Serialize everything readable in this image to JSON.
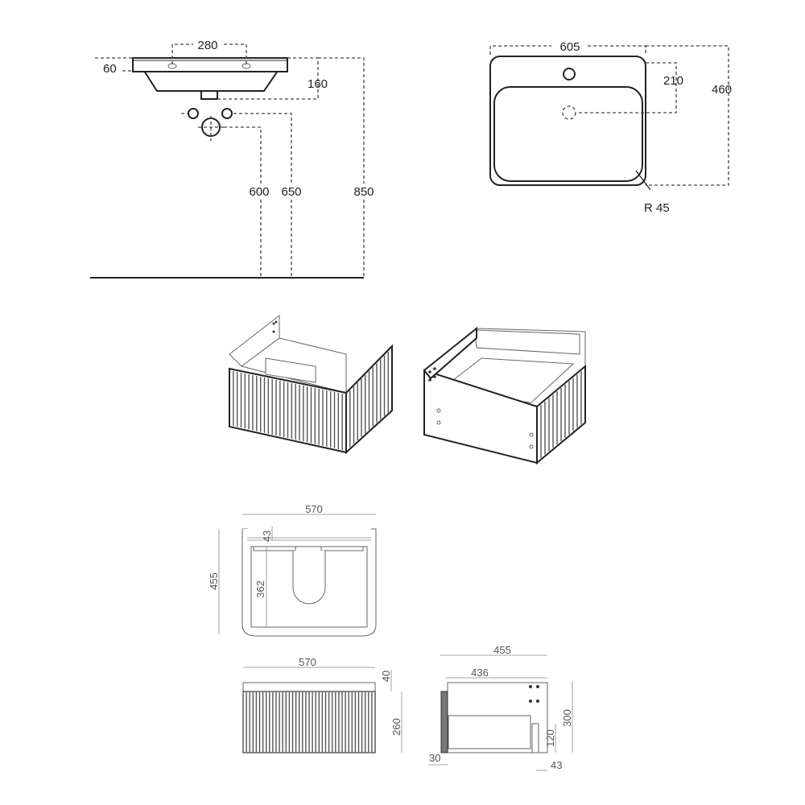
{
  "basin_side_view": {
    "tap_spacing": "280",
    "rim_height": "60",
    "drain_depth": "160",
    "drain_height": "600",
    "tap_outlet_height": "650",
    "total_height": "850"
  },
  "basin_top_view": {
    "width": "605",
    "tap_to_drain": "210",
    "depth": "460",
    "corner_radius": "R 45"
  },
  "cabinet_plan_view": {
    "width": "570",
    "back_rail": "43",
    "depth": "455",
    "inner_depth": "362"
  },
  "cabinet_front_view": {
    "width": "570",
    "top_gap": "40",
    "drawer_height": "260"
  },
  "cabinet_side_view": {
    "depth": "455",
    "inner_depth": "436",
    "height": "300",
    "drawer_inner_height": "120",
    "front_thickness": "30",
    "back_offset": "43"
  },
  "colors": {
    "line": "#222222",
    "dimension": "#444444"
  }
}
